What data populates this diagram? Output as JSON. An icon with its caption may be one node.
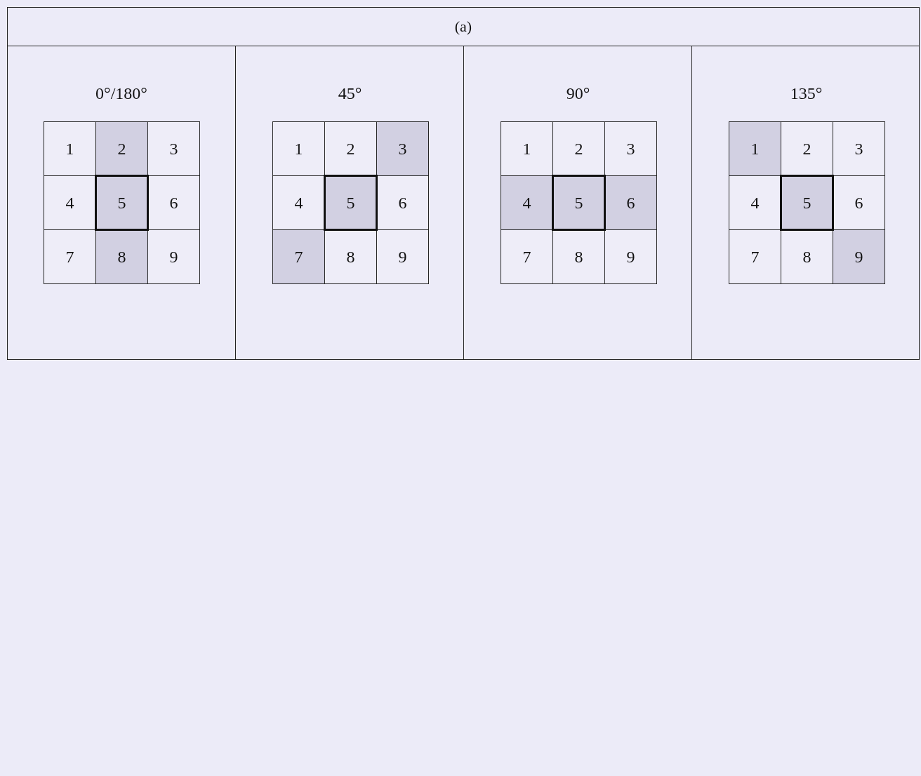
{
  "diagram": {
    "title": "(a)",
    "nodes": [
      {
        "text": [
          "0°/180°"
        ]
      },
      {
        "text": [
          "1"
        ],
        "in": 0
      },
      {
        "text": [
          "2"
        ],
        "in": 0
      },
      {
        "text": [
          "3"
        ],
        "in": 0
      },
      {
        "text": [
          "4"
        ],
        "in": 0
      },
      {
        "text": [
          "5"
        ],
        "in": 0
      },
      {
        "text": [
          "6"
        ],
        "in": 0
      },
      {
        "text": [
          "7"
        ],
        "in": 0
      },
      {
        "text": [
          "8"
        ],
        "in": 0
      },
      {
        "text": [
          "9"
        ],
        "in": 0
      },
      {
        "text": [
          "45°"
        ]
      },
      {
        "text": [
          "1"
        ],
        "in": 10
      },
      {
        "text": [
          "2"
        ],
        "in": 10
      },
      {
        "text": [
          "3"
        ],
        "in": 10
      },
      {
        "text": [
          "4"
        ],
        "in": 10
      },
      {
        "text": [
          "5"
        ],
        "in": 10
      },
      {
        "text": [
          "6"
        ],
        "in": 10
      },
      {
        "text": [
          "7"
        ],
        "in": 10
      },
      {
        "text": [
          "8"
        ],
        "in": 10
      },
      {
        "text": [
          "9"
        ],
        "in": 10
      },
      {
        "text": [
          "90°"
        ]
      },
      {
        "text": [
          "1"
        ],
        "in": 20
      },
      {
        "text": [
          "2"
        ],
        "in": 20
      },
      {
        "text": [
          "3"
        ],
        "in": 20
      },
      {
        "text": [
          "4"
        ],
        "in": 20
      },
      {
        "text": [
          "5"
        ],
        "in": 20
      },
      {
        "text": [
          "6"
        ],
        "in": 20
      },
      {
        "text": [
          "7"
        ],
        "in": 20
      },
      {
        "text": [
          "8"
        ],
        "in": 20
      },
      {
        "text": [
          "9"
        ],
        "in": 20
      },
      {
        "text": [
          "135°"
        ]
      },
      {
        "text": [
          "1"
        ],
        "in": 30
      },
      {
        "text": [
          "2"
        ],
        "in": 30
      },
      {
        "text": [
          "3"
        ],
        "in": 30
      },
      {
        "text": [
          "4"
        ],
        "in": 30
      },
      {
        "text": [
          "5"
        ],
        "in": 30
      },
      {
        "text": [
          "6"
        ],
        "in": 30
      },
      {
        "text": [
          "7"
        ],
        "in": 30
      },
      {
        "text": [
          "8"
        ],
        "in": 30
      },
      {
        "text": [
          "9"
        ],
        "in": 30
      }
    ]
  }
}
